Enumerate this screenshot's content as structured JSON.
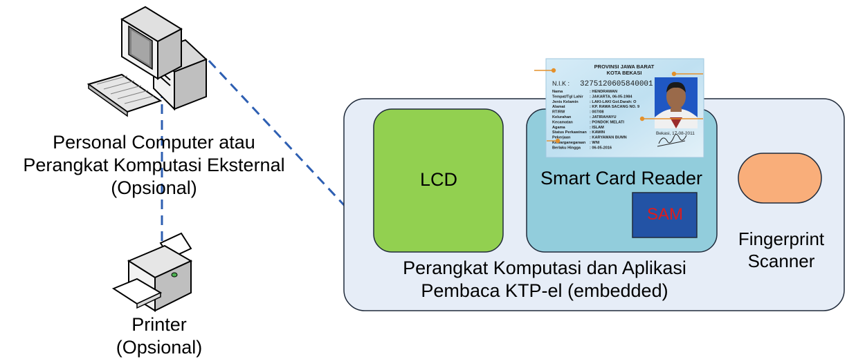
{
  "colors": {
    "container_fill": "#e6edf7",
    "container_stroke": "#1f2a3a",
    "lcd_fill": "#92d050",
    "reader_fill": "#92cddc",
    "sam_fill": "#2353a5",
    "sam_text": "#e01b1b",
    "fingerprint_fill": "#f9ae7a",
    "connector": "#2e5fb2"
  },
  "labels": {
    "pc": [
      "Personal Computer atau",
      "Perangkat Komputasi Eksternal",
      "(Opsional)"
    ],
    "printer": [
      "Printer",
      "(Opsional)"
    ],
    "computing": [
      "Perangkat Komputasi dan Aplikasi",
      "Pembaca KTP-el (embedded)"
    ],
    "lcd": "LCD",
    "reader": "Smart Card Reader",
    "sam": "SAM",
    "fingerprint": [
      "Fingerprint",
      "Scanner"
    ]
  },
  "ktp_card": {
    "province": "PROVINSI JAWA BARAT",
    "city": "KOTA BEKASI",
    "nik_label": "N.I.K :",
    "nik": "3275120605840001",
    "fields": [
      {
        "label": "Nama",
        "value": ": HENDRAWAN"
      },
      {
        "label": "Tempat/Tgl Lahir",
        "value": ": JAKARTA, 06-05-1984"
      },
      {
        "label": "Jenis Kelamin",
        "value": ": LAKI-LAKI          Gol.Darah: O"
      },
      {
        "label": "Alamat",
        "value": ": KP. RAWA SACANG NO. 9"
      },
      {
        "label": "RT/RW",
        "value": ": 007/08"
      },
      {
        "label": "Kelurahan",
        "value": ": JATIRAHAYU"
      },
      {
        "label": "Kecamatan",
        "value": ": PONDOK MELATI"
      },
      {
        "label": "Agama",
        "value": ": ISLAM"
      },
      {
        "label": "Status Perkawinan",
        "value": ": KAWIN"
      },
      {
        "label": "Pekerjaan",
        "value": ": KARYAWAN BUMN"
      },
      {
        "label": "Kewarganegaraan",
        "value": ": WNI"
      },
      {
        "label": "Berlaku Hingga",
        "value": ": 06-05-2016"
      }
    ],
    "issued": "Bekasi, 17-08-2011"
  }
}
